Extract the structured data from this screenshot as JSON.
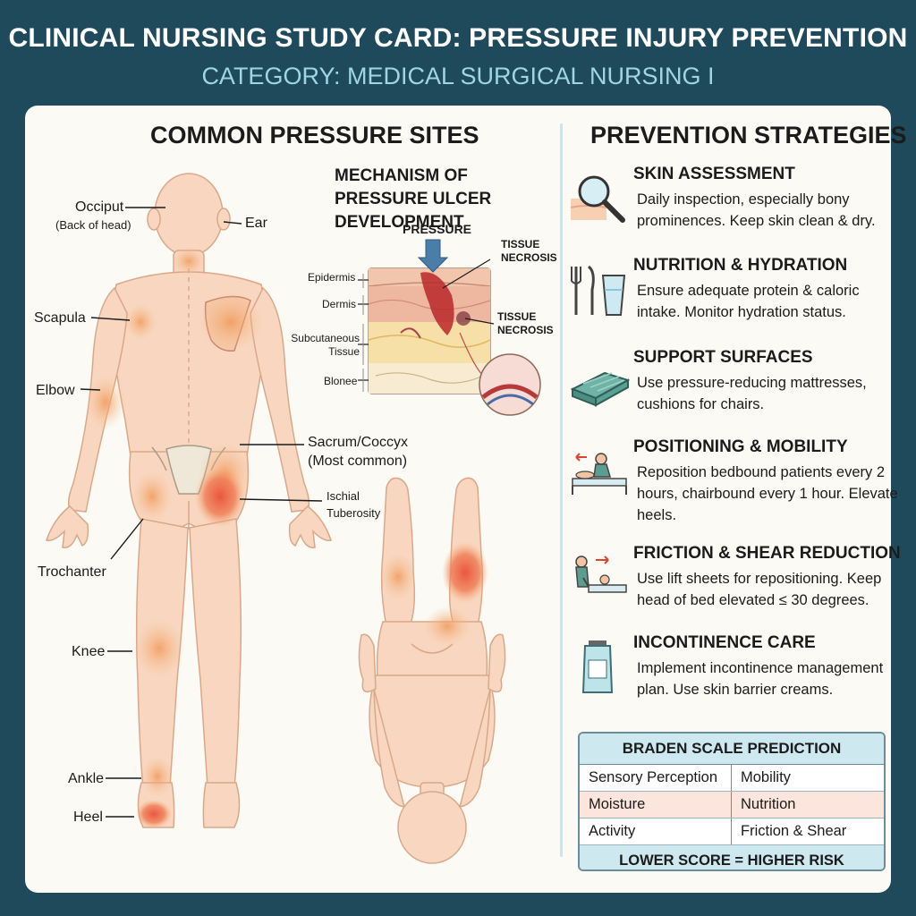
{
  "header": {
    "title": "CLINICAL NURSING STUDY CARD: PRESSURE INJURY PREVENTION",
    "subtitle": "CATEGORY: MEDICAL SURGICAL NURSING I"
  },
  "left": {
    "title": "COMMON PRESSURE SITES",
    "labels": {
      "occiput": "Occiput",
      "occiput_note": "(Back of head)",
      "ear": "Ear",
      "scapula": "Scapula",
      "elbow": "Elbow",
      "sacrum": "Sacrum/Coccyx",
      "sacrum_note": "(Most common)",
      "ischial": "Ischial",
      "ischial2": "Tuberosity",
      "trochanter": "Trochanter",
      "knee": "Knee",
      "ankle": "Ankle",
      "heel": "Heel"
    },
    "mechanism": {
      "title": "MECHANISM OF PRESSURE ULCER DEVELOPMENT",
      "pressure": "PRESSURE",
      "necrosis_top": "TISSUE NECROSIS",
      "necrosis_mid": "TISSUE NECROSIS",
      "layers": [
        "Epidermis",
        "Dermis",
        "Subcutaneous Tissue",
        "Blonee"
      ]
    }
  },
  "right": {
    "title": "PREVENTION STRATEGIES",
    "strategies": [
      {
        "title": "SKIN ASSESSMENT",
        "text": "Daily inspection, especially bony prominences. Keep skin clean & dry.",
        "icon": "magnifier-icon"
      },
      {
        "title": "NUTRITION & HYDRATION",
        "text": "Ensure adequate protein & caloric intake. Monitor hydration status.",
        "icon": "fork-knife-glass-icon"
      },
      {
        "title": "SUPPORT SURFACES",
        "text": "Use pressure-reducing mattresses, cushions for chairs.",
        "icon": "mattress-icon"
      },
      {
        "title": "POSITIONING & MOBILITY",
        "text": "Reposition bedbound patients every 2 hours, chairbound every 1 hour. Elevate heels.",
        "icon": "bed-reposition-icon"
      },
      {
        "title": "FRICTION & SHEAR REDUCTION",
        "text": "Use lift sheets for repositioning. Keep head of bed elevated ≤ 30 degrees.",
        "icon": "lift-sheet-icon"
      },
      {
        "title": "INCONTINENCE CARE",
        "text": "Implement incontinence management plan. Use skin barrier creams.",
        "icon": "cream-tube-icon"
      }
    ],
    "braden": {
      "title": "BRADEN SCALE PREDICTION",
      "rows": [
        [
          "Sensory Perception",
          "Mobility"
        ],
        [
          "Moisture",
          "Nutrition"
        ],
        [
          "Activity",
          "Friction & Shear"
        ]
      ],
      "footer": "LOWER SCORE = HIGHER RISK"
    }
  },
  "colors": {
    "background": "#1f4a5c",
    "card": "#fbfaf5",
    "skin": "#f8d6bf",
    "pressure_hot": "#ec6a4a",
    "pressure_warm": "#f3a561",
    "subtitle": "#9fd6e4",
    "table_header": "#cde8ee",
    "table_pink_row": "#fbe5dc"
  }
}
